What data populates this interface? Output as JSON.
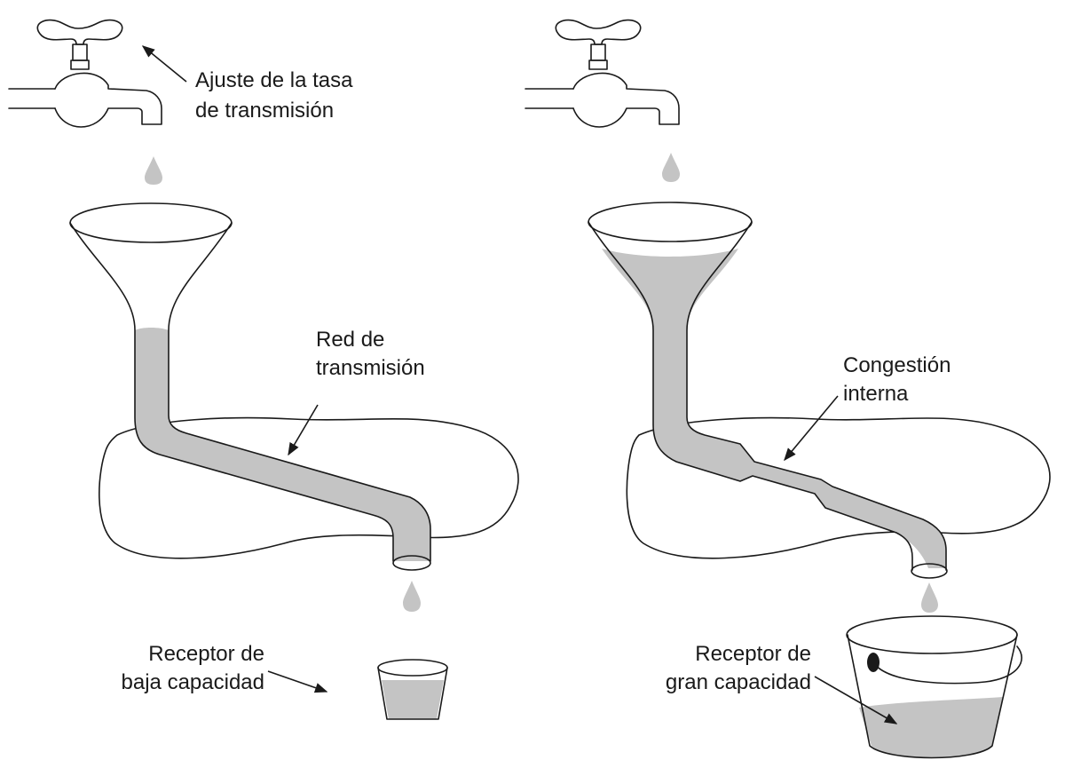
{
  "colors": {
    "ink": "#1a1a1a",
    "water": "#c4c4c4",
    "background": "#ffffff"
  },
  "labels": {
    "tap_adjust": {
      "line1": "Ajuste de la tasa",
      "line2": "de transmisión"
    },
    "network": {
      "line1": "Red de",
      "line2": "transmisión"
    },
    "congestion": {
      "line1": "Congestión",
      "line2": "interna"
    },
    "low_receiver": {
      "line1": "Receptor de",
      "line2": "baja capacidad"
    },
    "high_receiver": {
      "line1": "Receptor de",
      "line2": "gran capacidad"
    }
  }
}
